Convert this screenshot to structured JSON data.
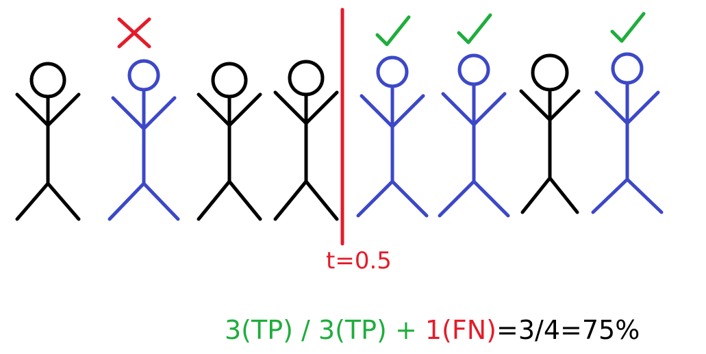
{
  "colors": {
    "negative": "#000000",
    "positive": "#3c48c8",
    "threshold": "#e41b2a",
    "correct_mark": "#1fad3c",
    "wrong_mark": "#e41b2a"
  },
  "threshold": {
    "label": "t=0.5"
  },
  "people": [
    {
      "class": "negative",
      "mark": "none"
    },
    {
      "class": "positive",
      "mark": "cross-icon"
    },
    {
      "class": "negative",
      "mark": "none"
    },
    {
      "class": "negative",
      "mark": "none"
    },
    {
      "class": "positive",
      "mark": "check-icon"
    },
    {
      "class": "positive",
      "mark": "check-icon"
    },
    {
      "class": "negative",
      "mark": "none"
    },
    {
      "class": "positive",
      "mark": "check-icon"
    }
  ],
  "formula": {
    "tp_part": "3(TP) / 3(TP) + ",
    "fn_part": "1(FN)",
    "result_part": "=3/4=75%"
  }
}
